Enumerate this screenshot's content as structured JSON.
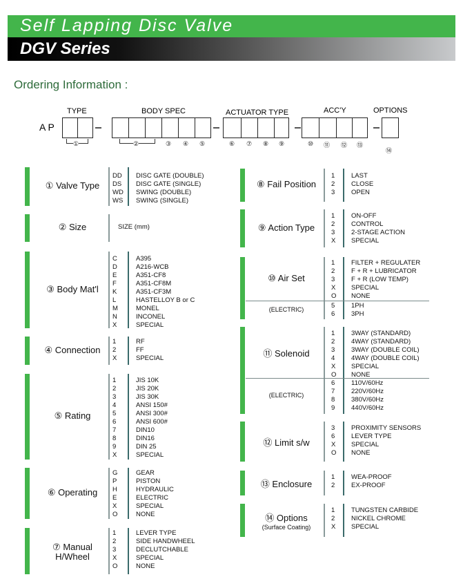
{
  "header": {
    "title": "Self Lapping Disc Valve",
    "series": "DGV Series",
    "ordering": "Ordering Information :"
  },
  "code_diagram": {
    "prefix": "A P",
    "groups": [
      "TYPE",
      "BODY SPEC",
      "ACTUATOR TYPE",
      "ACC'Y",
      "OPTIONS"
    ],
    "numbers": [
      "①",
      "②",
      "③",
      "④",
      "⑤",
      "⑥",
      "⑦",
      "⑧",
      "⑨",
      "⑩",
      "⑪",
      "⑫",
      "⑬",
      "⑭"
    ]
  },
  "colors": {
    "accent": "#43b54b",
    "title_text": "#2e6b3a"
  },
  "left_sections": [
    {
      "label": "① Valve Type",
      "rows": [
        [
          "DD",
          "DISC GATE (DOUBLE)"
        ],
        [
          "DS",
          "DISC GATE (SINGLE)"
        ],
        [
          "WD",
          "SWING (DOUBLE)"
        ],
        [
          "WS",
          "SWING (SINGLE)"
        ]
      ]
    },
    {
      "label": "② Size",
      "text": "SIZE (mm)"
    },
    {
      "label": "③ Body Mat'l",
      "rows": [
        [
          "C",
          "A395"
        ],
        [
          "D",
          "A216-WCB"
        ],
        [
          "E",
          "A351-CF8"
        ],
        [
          "F",
          "A351-CF8M"
        ],
        [
          "K",
          "A351-CF3M"
        ],
        [
          "L",
          "HASTELLOY B or C"
        ],
        [
          "M",
          "MONEL"
        ],
        [
          "N",
          "INCONEL"
        ],
        [
          "X",
          "SPECIAL"
        ]
      ]
    },
    {
      "label": "④ Connection",
      "rows": [
        [
          "1",
          "RF"
        ],
        [
          "2",
          "FF"
        ],
        [
          "X",
          "SPECIAL"
        ]
      ]
    },
    {
      "label": "⑤ Rating",
      "rows": [
        [
          "1",
          "JIS 10K"
        ],
        [
          "2",
          "JIS 20K"
        ],
        [
          "3",
          "JIS 30K"
        ],
        [
          "4",
          "ANSI 150#"
        ],
        [
          "5",
          "ANSI 300#"
        ],
        [
          "6",
          "ANSI 600#"
        ],
        [
          "7",
          "DIN10"
        ],
        [
          "8",
          "DIN16"
        ],
        [
          "9",
          "DIN 25"
        ],
        [
          "X",
          "SPECIAL"
        ]
      ]
    },
    {
      "label": "⑥ Operating",
      "rows": [
        [
          "G",
          "GEAR"
        ],
        [
          "P",
          "PISTON"
        ],
        [
          "H",
          "HYDRAULIC"
        ],
        [
          "E",
          "ELECTRIC"
        ],
        [
          "X",
          "SPECIAL"
        ],
        [
          "O",
          "NONE"
        ]
      ]
    },
    {
      "label": "⑦ Manual",
      "label2": "H/Wheel",
      "rows": [
        [
          "1",
          "LEVER TYPE"
        ],
        [
          "2",
          "SIDE HANDWHEEL"
        ],
        [
          "3",
          "DECLUTCHABLE"
        ],
        [
          "X",
          "SPECIAL"
        ],
        [
          "O",
          "NONE"
        ]
      ]
    }
  ],
  "right_sections": [
    {
      "label": "⑧ Fail Position",
      "rows": [
        [
          "1",
          "LAST"
        ],
        [
          "2",
          "CLOSE"
        ],
        [
          "3",
          "OPEN"
        ]
      ]
    },
    {
      "label": "⑨ Action Type",
      "rows": [
        [
          "1",
          "ON-OFF"
        ],
        [
          "2",
          "CONTROL"
        ],
        [
          "3",
          "2-STAGE ACTION"
        ],
        [
          "X",
          "SPECIAL"
        ]
      ]
    },
    {
      "label": "⑩ Air Set",
      "rows": [
        [
          "1",
          "FILTER + REGULATER"
        ],
        [
          "2",
          "F + R + LUBRICATOR"
        ],
        [
          "3",
          "F + R (LOW TEMP)"
        ],
        [
          "X",
          "SPECIAL"
        ],
        [
          "O",
          "NONE"
        ]
      ],
      "sub": "(ELECTRIC)",
      "rows2": [
        [
          "5",
          "1PH"
        ],
        [
          "6",
          "3PH"
        ]
      ]
    },
    {
      "label": "⑪ Solenoid",
      "rows": [
        [
          "1",
          "3WAY (STANDARD)"
        ],
        [
          "2",
          "4WAY (STANDARD)"
        ],
        [
          "3",
          "3WAY (DOUBLE COIL)"
        ],
        [
          "4",
          "4WAY (DOUBLE COIL)"
        ],
        [
          "X",
          "SPECIAL"
        ],
        [
          "O",
          "NONE"
        ]
      ],
      "sub": "(ELECTRIC)",
      "rows2": [
        [
          "6",
          "110V/60Hz"
        ],
        [
          "7",
          "220V/60Hz"
        ],
        [
          "8",
          "380V/60Hz"
        ],
        [
          "9",
          "440V/60Hz"
        ]
      ]
    },
    {
      "label": "⑫ Limit s/w",
      "rows": [
        [
          "3",
          "PROXIMITY SENSORS"
        ],
        [
          "6",
          "LEVER TYPE"
        ],
        [
          "X",
          "SPECIAL"
        ],
        [
          "O",
          "NONE"
        ]
      ]
    },
    {
      "label": "⑬ Enclosure",
      "rows": [
        [
          "1",
          "WEA-PROOF"
        ],
        [
          "2",
          "EX-PROOF"
        ]
      ]
    },
    {
      "label": "⑭ Options",
      "label2": "(Surface Coating)",
      "rows": [
        [
          "1",
          "TUNGSTEN CARBIDE"
        ],
        [
          "2",
          "NICKEL CHROME"
        ],
        [
          "X",
          "SPECIAL"
        ]
      ]
    }
  ]
}
